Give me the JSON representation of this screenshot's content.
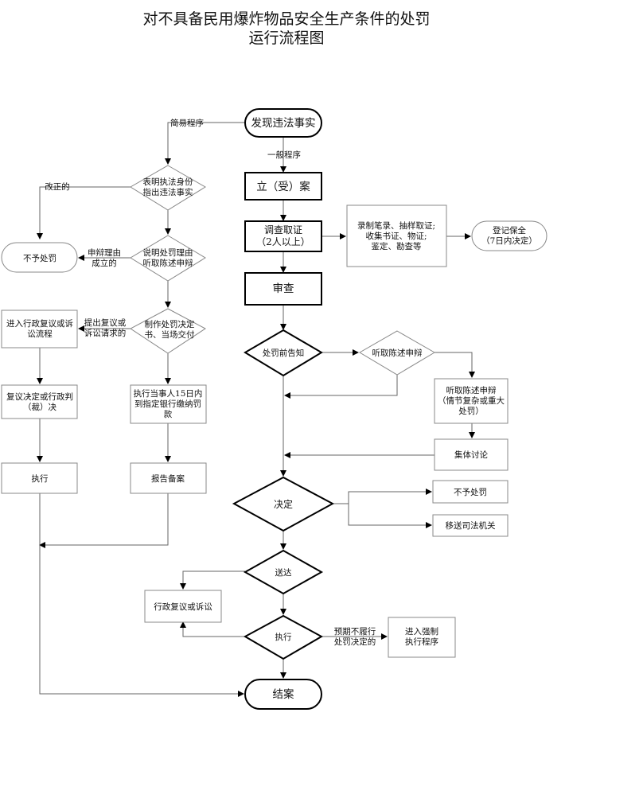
{
  "title": {
    "line1": "对不具备民用爆炸物品安全生产条件的处罚",
    "line2": "运行流程图"
  },
  "nodes": {
    "discover": "发现违法事实",
    "file_case": "立（受）案",
    "investigate": [
      "调查取证",
      "（2人以上）"
    ],
    "evidence": [
      "录制笔录、抽样取证;",
      "收集书证、物证;",
      "鉴定、勘查等"
    ],
    "register": [
      "登记保全",
      "（7日内决定）"
    ],
    "review": "审查",
    "notice": "处罚前告知",
    "hear_dia": "听取陈述申辩",
    "hear_box": [
      "听取陈述申辩",
      "（情节复杂或重大",
      "处罚）"
    ],
    "group": "集体讨论",
    "decide": "决定",
    "no_penalty_r": "不予处罚",
    "judicial": "移送司法机关",
    "deliver": "送达",
    "admin_review": "行政复议或诉讼",
    "execute_main": "执行",
    "force": [
      "进入强制",
      "执行程序"
    ],
    "close": "结案",
    "show_id": [
      "表明执法身份",
      "指出违法事实"
    ],
    "explain": [
      "说明处罚理由",
      "听取陈述申辩"
    ],
    "make_decision": [
      "制作处罚决定",
      "书、当场交付"
    ],
    "pay": [
      "执行当事人15日内",
      "到指定银行缴纳罚",
      "款"
    ],
    "report": "报告备案",
    "no_penalty_l": "不予处罚",
    "enter_review": [
      "进入行政复议或诉",
      "讼流程"
    ],
    "review_result": [
      "复议决定或行政判",
      "（裁）决"
    ],
    "execute_left": "执行"
  },
  "edge_labels": {
    "simple": "简易程序",
    "general": "一般程序",
    "corrected": "改正的",
    "defense_ok": [
      "申辩理由",
      "成立的"
    ],
    "appeal": [
      "提出复议或",
      "诉讼请求的"
    ],
    "overdue": [
      "预期不履行",
      "处罚决定的"
    ]
  }
}
